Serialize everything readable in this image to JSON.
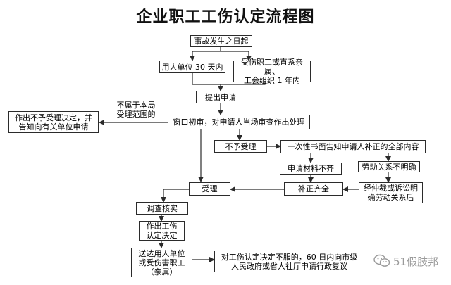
{
  "title": "企业职工工伤认定流程图",
  "nodes": {
    "accident": "事故发生之日起",
    "employer30": "用人单位 30 天内",
    "family1y": "受伤职工或直系亲属、\n工会组织 1 年内",
    "apply": "提出申请",
    "notify_out": "作出不予受理决定，并\n告知向有关单位申请",
    "window_review": "窗口初审，对申请人当场审查作出处理",
    "reject": "不予受理",
    "one_time_notify": "一次性书面告知申请人补正的全部内容",
    "materials_incomplete": "申请材料不齐",
    "labor_unclear": "劳动关系不明确",
    "accept": "受理",
    "supplement": "补正齐全",
    "arbitration": "经仲裁或诉讼明\n确劳动关系后",
    "investigate": "调查核实",
    "decide": "作出工伤\n认定决定",
    "deliver": "送达用人单位\n或受伤害职工\n（亲属）",
    "appeal": "对工伤认定决定不服的，60 日内向市级\n人民政府或省人社厅申请行政复议"
  },
  "edge_label": "不属于本局\n受理范围的",
  "watermark": "51假肢邦",
  "icon": "wechat-icon",
  "colors": {
    "line": "#2b2b2b",
    "border": "#2b2b2b",
    "watermark": "#9a9a9a"
  }
}
